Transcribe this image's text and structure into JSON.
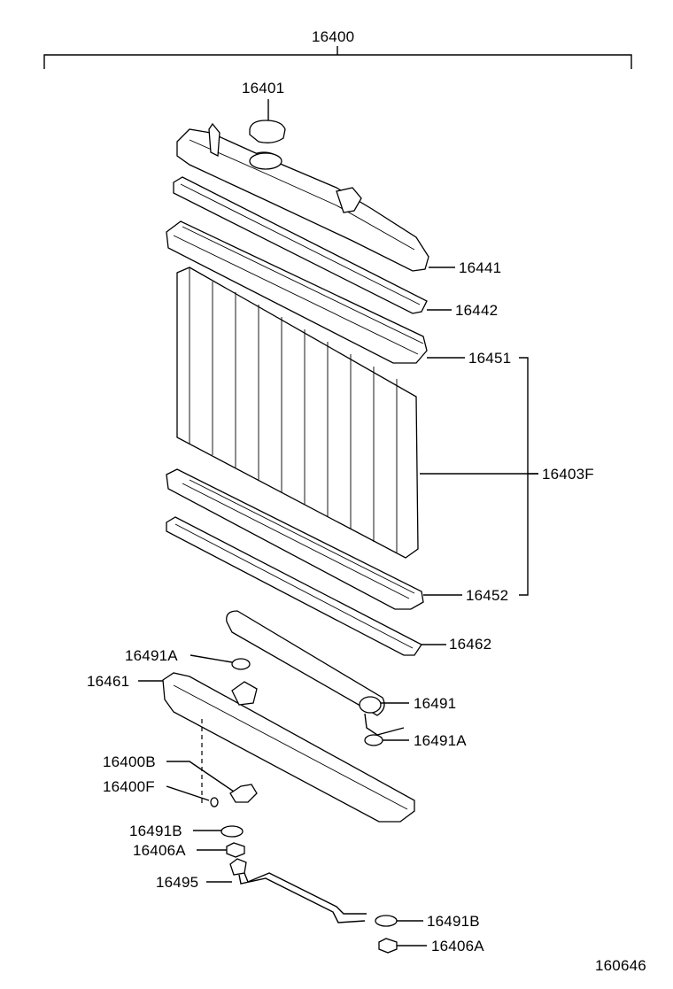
{
  "labels": {
    "assembly": "16400",
    "cap": "16401",
    "upper_tank": "16441",
    "upper_gasket": "16442",
    "upper_plate": "16451",
    "core": "16403F",
    "lower_plate": "16452",
    "lower_gasket": "16462",
    "washer_a_left": "16491A",
    "lower_tank": "16461",
    "pipe": "16491",
    "washer_a_right": "16491A",
    "drain_cock": "16400B",
    "drain_plug": "16400F",
    "washer_b_left": "16491B",
    "nut_a_left": "16406A",
    "bracket": "16495",
    "washer_b_right": "16491B",
    "nut_a_right": "16406A",
    "diagram_id": "160646"
  }
}
